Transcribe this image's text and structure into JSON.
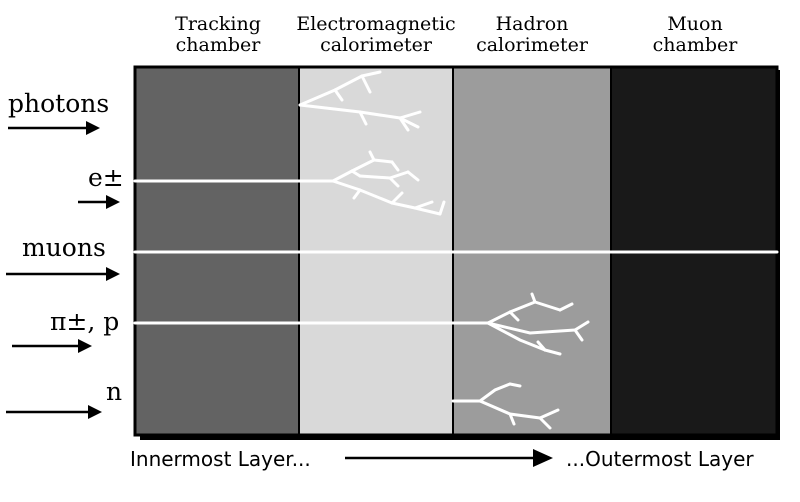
{
  "layers": [
    {
      "line1": "Tracking",
      "line2": "chamber",
      "color": "#636363"
    },
    {
      "line1": "Electromagnetic",
      "line2": "calorimeter",
      "color": "#d9d9d9"
    },
    {
      "line1": "Hadron",
      "line2": "calorimeter",
      "color": "#9c9c9c"
    },
    {
      "line1": "Muon",
      "line2": "chamber",
      "color": "#191919"
    }
  ],
  "particles": [
    {
      "label": "photons"
    },
    {
      "label": "e±"
    },
    {
      "label": "muons"
    },
    {
      "label": "π±, p"
    },
    {
      "label": "n"
    }
  ],
  "footer": {
    "inner": "Innermost Layer...",
    "outer": "...Outermost Layer"
  },
  "colors": {
    "track": "#ffffff",
    "border": "#000000",
    "arrow": "#000000"
  }
}
